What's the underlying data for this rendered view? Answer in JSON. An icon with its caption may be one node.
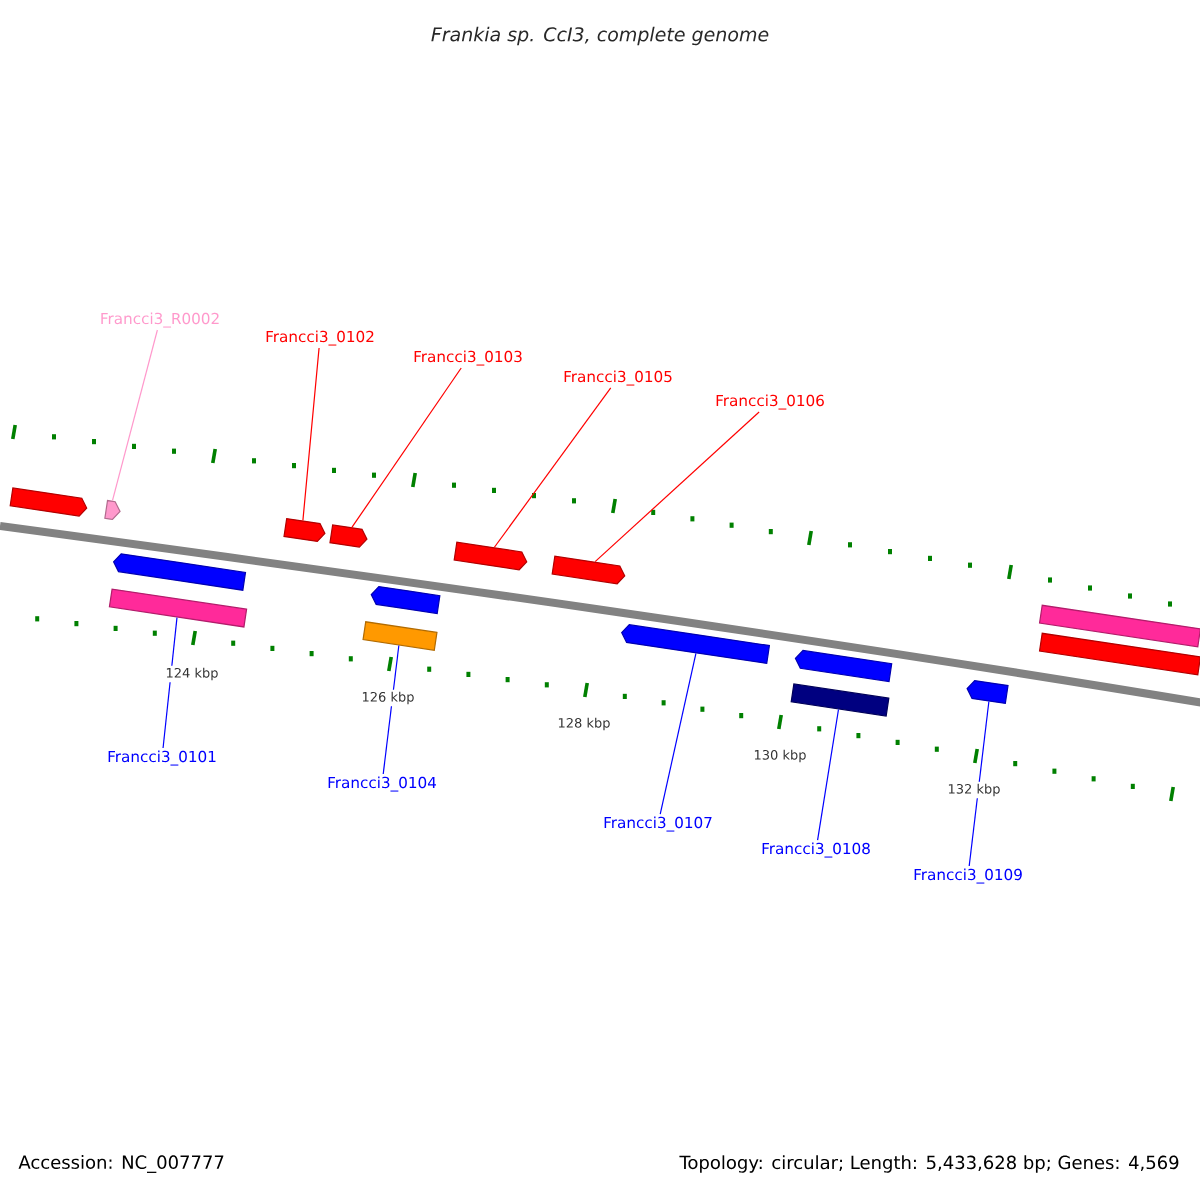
{
  "diagram": {
    "title": "Frankia sp. CcI3, complete genome",
    "nodes": [
      {
        "text": [
          "Francci3_R0002"
        ]
      },
      {
        "text": [
          "Francci3_0102"
        ]
      },
      {
        "text": [
          "Francci3_0103"
        ]
      },
      {
        "text": [
          "Francci3_0105"
        ]
      },
      {
        "text": [
          "Francci3_0106"
        ]
      },
      {
        "text": [
          "Francci3_0101"
        ]
      },
      {
        "text": [
          "Francci3_0104"
        ]
      },
      {
        "text": [
          "Francci3_0107"
        ]
      },
      {
        "text": [
          "Francci3_0108"
        ]
      },
      {
        "text": [
          "Francci3_0109"
        ]
      },
      {
        "text": [],
        "shape": "arrow"
      },
      {
        "text": [],
        "shape": "arrow"
      },
      {
        "text": [],
        "shape": "arrow"
      },
      {
        "text": [],
        "shape": "arrow"
      },
      {
        "text": [],
        "shape": "arrow"
      },
      {
        "text": [],
        "shape": "arrow"
      },
      {
        "text": [],
        "shape": "arrow"
      },
      {
        "text": [],
        "shape": "bar"
      },
      {
        "text": [],
        "shape": "arrow"
      },
      {
        "text": [],
        "shape": "bar"
      },
      {
        "text": [],
        "shape": "arrow"
      },
      {
        "text": [],
        "shape": "arrow"
      },
      {
        "text": [],
        "shape": "bar"
      },
      {
        "text": [],
        "shape": "arrow"
      },
      {
        "text": [],
        "shape": "bar"
      },
      {
        "text": [],
        "shape": "bar"
      }
    ],
    "edges": [
      {
        "from": 0,
        "to": 11,
        "arrow": "none",
        "color": "#ff99cc"
      },
      {
        "from": 1,
        "to": 12,
        "arrow": "none",
        "color": "#ff0000"
      },
      {
        "from": 2,
        "to": 13,
        "arrow": "none",
        "color": "#ff0000"
      },
      {
        "from": 3,
        "to": 14,
        "arrow": "none",
        "color": "#ff0000"
      },
      {
        "from": 4,
        "to": 15,
        "arrow": "none",
        "color": "#ff0000"
      },
      {
        "from": 5,
        "to": 17,
        "arrow": "none",
        "color": "#0000ff"
      },
      {
        "from": 6,
        "to": 19,
        "arrow": "none",
        "color": "#0000ff"
      },
      {
        "from": 7,
        "to": 20,
        "arrow": "none",
        "color": "#0000ff"
      },
      {
        "from": 8,
        "to": 22,
        "arrow": "none",
        "color": "#0000ff"
      },
      {
        "from": 9,
        "to": 23,
        "arrow": "none",
        "color": "#0000ff"
      }
    ],
    "labels": [
      "124 kbp",
      "126 kbp",
      "128 kbp",
      "130 kbp",
      "132 kbp",
      "Accession: NC_007777",
      "Topology: circular; Length: 5,433,628 bp; Genes: 4,569"
    ]
  }
}
